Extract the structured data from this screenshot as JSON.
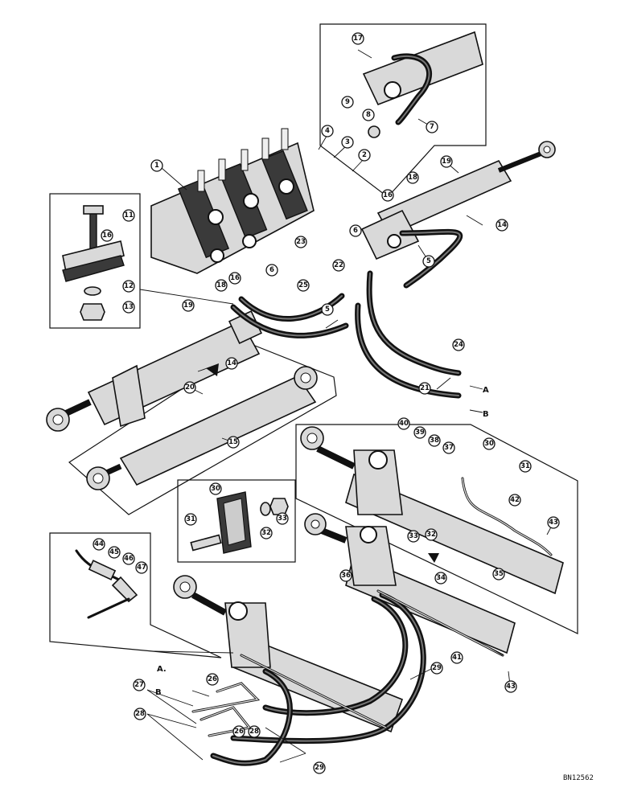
{
  "callouts": [
    {
      "id": "c1",
      "label": "1"
    },
    {
      "id": "c2",
      "label": "2"
    },
    {
      "id": "c3",
      "label": "3"
    },
    {
      "id": "c4",
      "label": "4"
    },
    {
      "id": "c5a",
      "label": "5"
    },
    {
      "id": "c5b",
      "label": "5"
    },
    {
      "id": "c6a",
      "label": "6"
    },
    {
      "id": "c6b",
      "label": "6"
    },
    {
      "id": "c7",
      "label": "7"
    },
    {
      "id": "c8",
      "label": "8"
    },
    {
      "id": "c9",
      "label": "9"
    },
    {
      "id": "c11",
      "label": "11"
    },
    {
      "id": "c12",
      "label": "12"
    },
    {
      "id": "c13",
      "label": "13"
    },
    {
      "id": "c14a",
      "label": "14"
    },
    {
      "id": "c14b",
      "label": "14"
    },
    {
      "id": "c15",
      "label": "15"
    },
    {
      "id": "c16a",
      "label": "16"
    },
    {
      "id": "c16b",
      "label": "16"
    },
    {
      "id": "c16c",
      "label": "16"
    },
    {
      "id": "c17",
      "label": "17"
    },
    {
      "id": "c18a",
      "label": "18"
    },
    {
      "id": "c18b",
      "label": "18"
    },
    {
      "id": "c19a",
      "label": "19"
    },
    {
      "id": "c19b",
      "label": "19"
    },
    {
      "id": "c20",
      "label": "20"
    },
    {
      "id": "c21",
      "label": "21"
    },
    {
      "id": "c22",
      "label": "22"
    },
    {
      "id": "c23",
      "label": "23"
    },
    {
      "id": "c24",
      "label": "24"
    },
    {
      "id": "c25",
      "label": "25"
    },
    {
      "id": "c26a",
      "label": "26"
    },
    {
      "id": "c26b",
      "label": "26"
    },
    {
      "id": "c27",
      "label": "27"
    },
    {
      "id": "c28a",
      "label": "28"
    },
    {
      "id": "c28b",
      "label": "28"
    },
    {
      "id": "c29a",
      "label": "29"
    },
    {
      "id": "c29b",
      "label": "29"
    },
    {
      "id": "c30a",
      "label": "30"
    },
    {
      "id": "c30b",
      "label": "30"
    },
    {
      "id": "c31a",
      "label": "31"
    },
    {
      "id": "c31b",
      "label": "31"
    },
    {
      "id": "c32a",
      "label": "32"
    },
    {
      "id": "c32b",
      "label": "32"
    },
    {
      "id": "c33a",
      "label": "33"
    },
    {
      "id": "c33b",
      "label": "33"
    },
    {
      "id": "c34",
      "label": "34"
    },
    {
      "id": "c35",
      "label": "35"
    },
    {
      "id": "c36",
      "label": "36"
    },
    {
      "id": "c37",
      "label": "37"
    },
    {
      "id": "c38",
      "label": "38"
    },
    {
      "id": "c39",
      "label": "39"
    },
    {
      "id": "c40",
      "label": "40"
    },
    {
      "id": "c41",
      "label": "41"
    },
    {
      "id": "c42",
      "label": "42"
    },
    {
      "id": "c43a",
      "label": "43"
    },
    {
      "id": "c43b",
      "label": "43"
    },
    {
      "id": "c44",
      "label": "44"
    },
    {
      "id": "c45",
      "label": "45"
    },
    {
      "id": "c46",
      "label": "46"
    },
    {
      "id": "c47",
      "label": "47"
    }
  ],
  "port_letters": {
    "a1": "A",
    "b1": "B",
    "a2": "A.",
    "b2": "B"
  },
  "catalog_number": "BN12562"
}
